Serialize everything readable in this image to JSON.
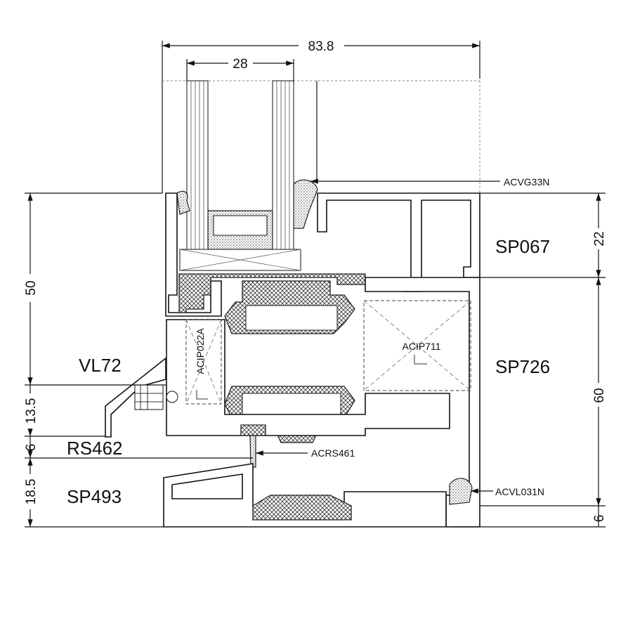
{
  "dimensions": {
    "overall_width": "83.8",
    "glass_width": "28",
    "right_top": "22",
    "right_middle": "60",
    "right_bottom": "6",
    "left_top": "50",
    "left_mid": "13.5",
    "left_small": "6",
    "left_bottom": "18.5"
  },
  "profiles": {
    "sp067": "SP067",
    "sp726": "SP726",
    "vl72": "VL72",
    "rs462": "RS462",
    "sp493": "SP493"
  },
  "components": {
    "acvg33n": "ACVG33N",
    "acip711": "ACIP711",
    "acip022a": "ACIP022A",
    "acrs461": "ACRS461",
    "acvl031n": "ACVL031N"
  }
}
